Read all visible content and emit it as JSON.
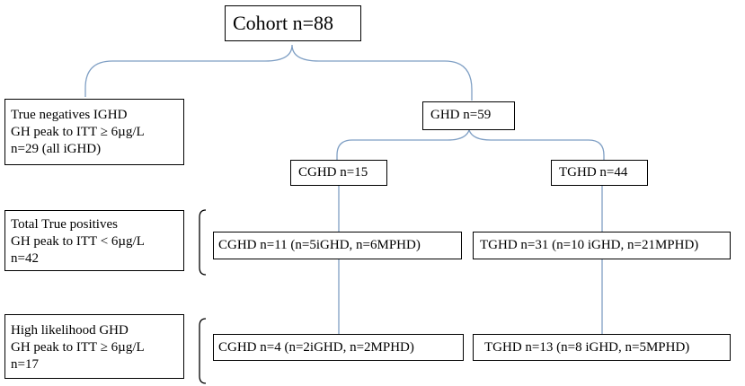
{
  "diagram": {
    "root": {
      "label": "Cohort n=88"
    },
    "left_groups": [
      {
        "lines": [
          "True negatives  IGHD",
          "GH peak to ITT ≥ 6µg/L",
          "n=29 (all iGHD)"
        ]
      },
      {
        "lines": [
          "Total True positives",
          "GH peak to ITT < 6µg/L",
          "n=42"
        ]
      },
      {
        "lines": [
          "High likelihood GHD",
          "GH peak to ITT ≥ 6µg/L",
          "n=17"
        ]
      }
    ],
    "ghd": {
      "label": "GHD n=59"
    },
    "cghd": {
      "label": "CGHD n=15"
    },
    "tghd": {
      "label": "TGHD n=44"
    },
    "cghd_positive": {
      "label": "CGHD n=11 (n=5iGHD,  n=6MPHD)"
    },
    "tghd_positive": {
      "label": "TGHD n=31 (n=10 iGHD,  n=21MPHD)"
    },
    "cghd_high": {
      "label": "CGHD n=4 (n=2iGHD,  n=2MPHD)"
    },
    "tghd_high": {
      "label": "TGHD n=13 (n=8 iGHD,  n=5MPHD)"
    },
    "colors": {
      "connector": "#7f9fc4",
      "border": "#000000"
    }
  }
}
